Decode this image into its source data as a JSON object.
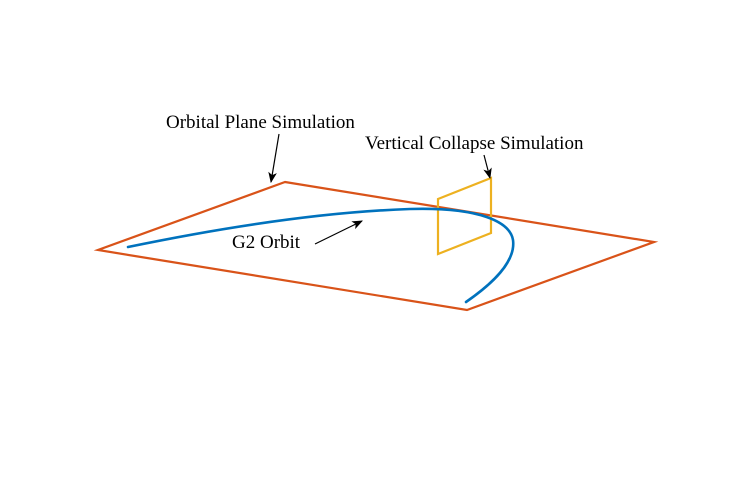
{
  "labels": {
    "orbital_plane": "Orbital Plane Simulation",
    "vertical_collapse": "Vertical Collapse Simulation",
    "orbit": "G2 Orbit"
  },
  "colors": {
    "orbital_plane": "#d95319",
    "vertical_collapse": "#edb120",
    "orbit": "#0072bd",
    "arrow": "#000000",
    "background": "#ffffff"
  }
}
